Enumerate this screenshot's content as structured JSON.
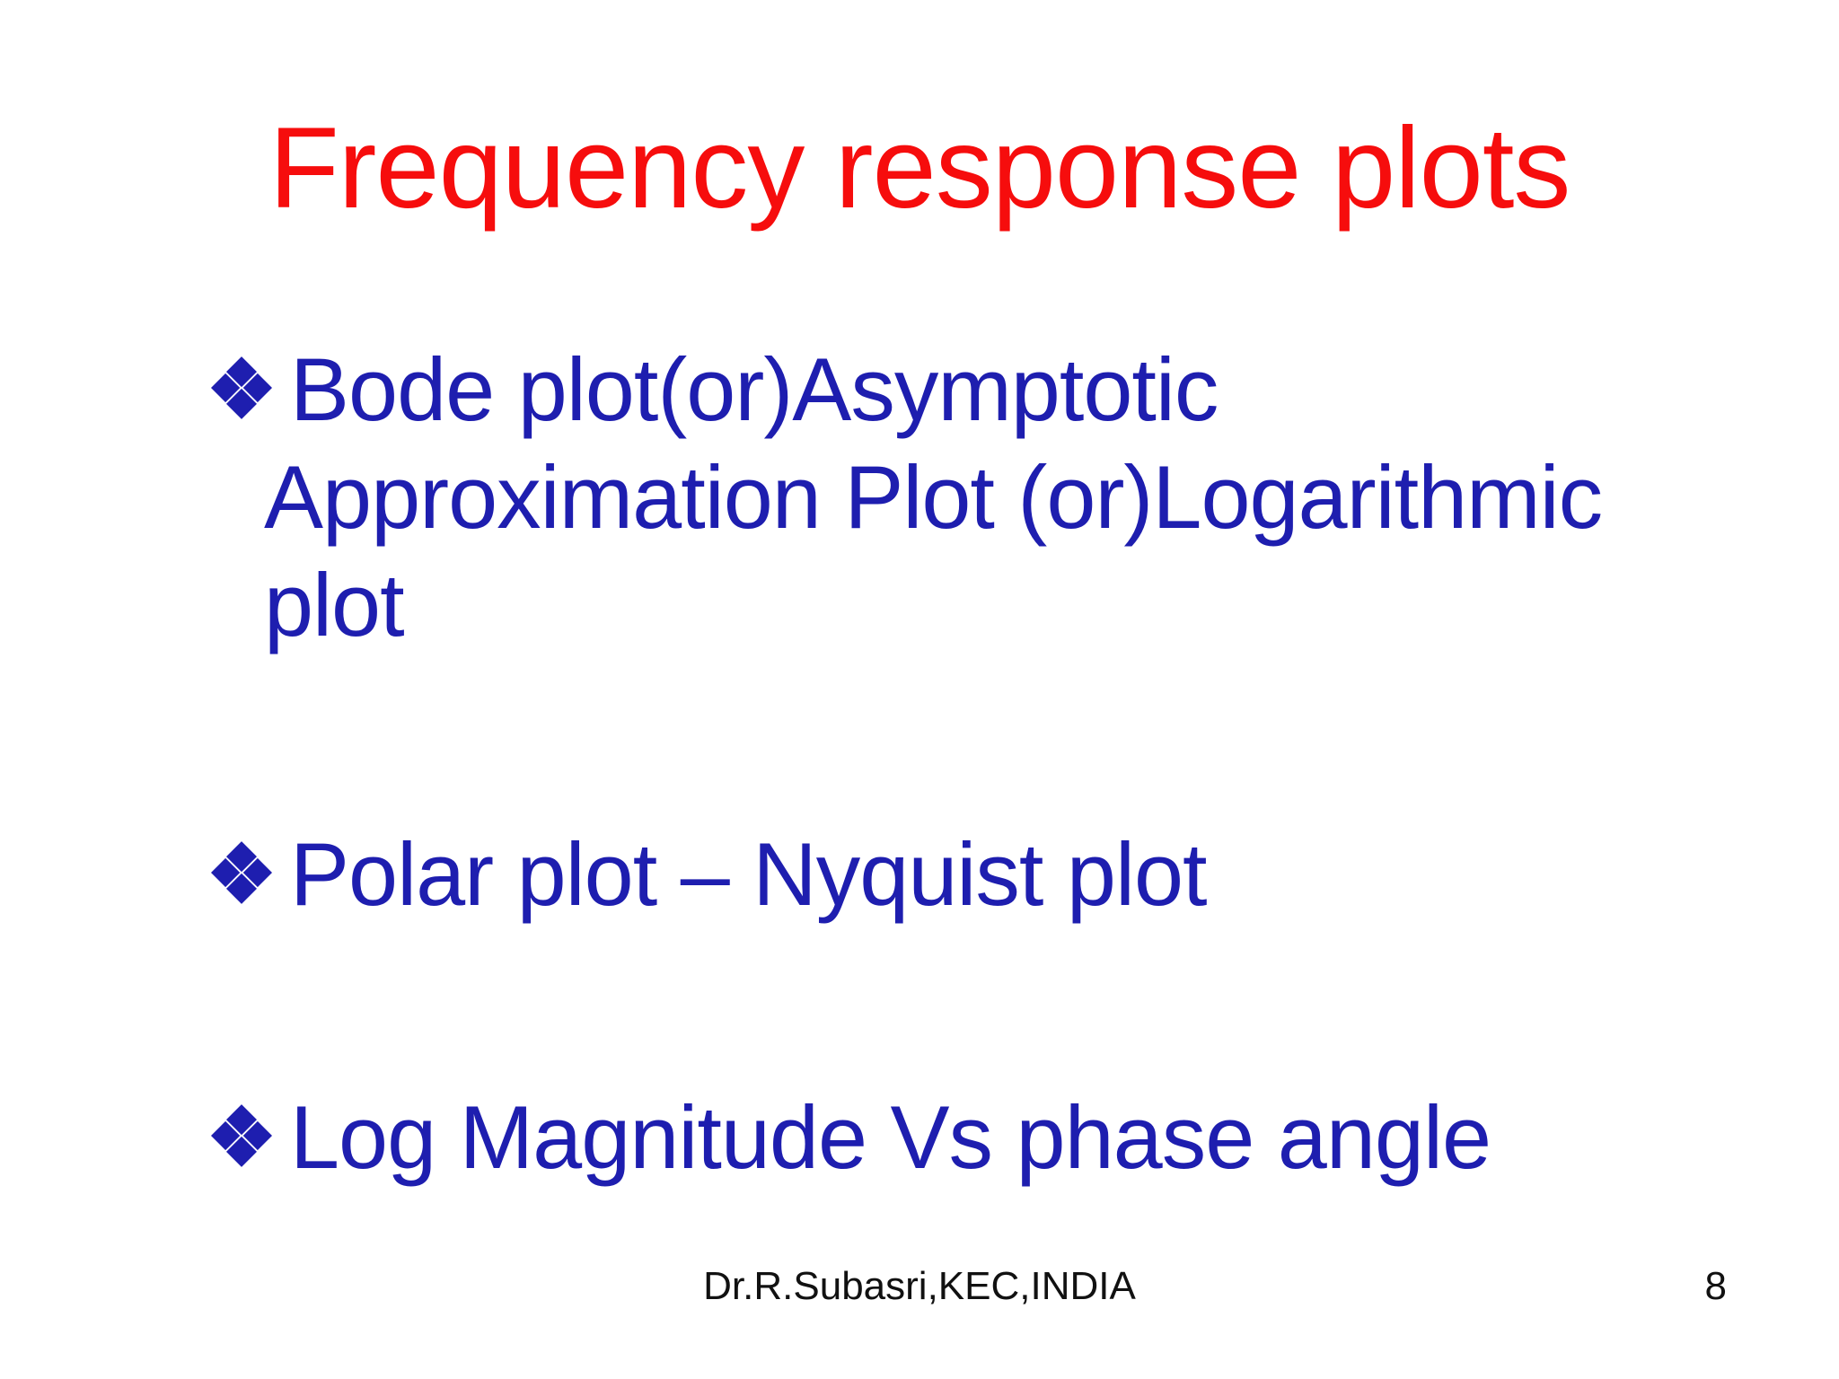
{
  "slide": {
    "title": "Frequency response plots",
    "bullets": [
      {
        "text": "Bode plot(or)Asymptotic\nApproximation Plot (or)Logarithmic\nplot"
      },
      {
        "text": "Polar plot – Nyquist plot"
      },
      {
        "text": "Log Magnitude Vs phase angle"
      }
    ],
    "footer": "Dr.R.Subasri,KEC,INDIA",
    "page_number": "8",
    "colors": {
      "title": "#f60d0d",
      "body": "#1e1eaf",
      "footer": "#111111",
      "background": "#ffffff"
    }
  }
}
